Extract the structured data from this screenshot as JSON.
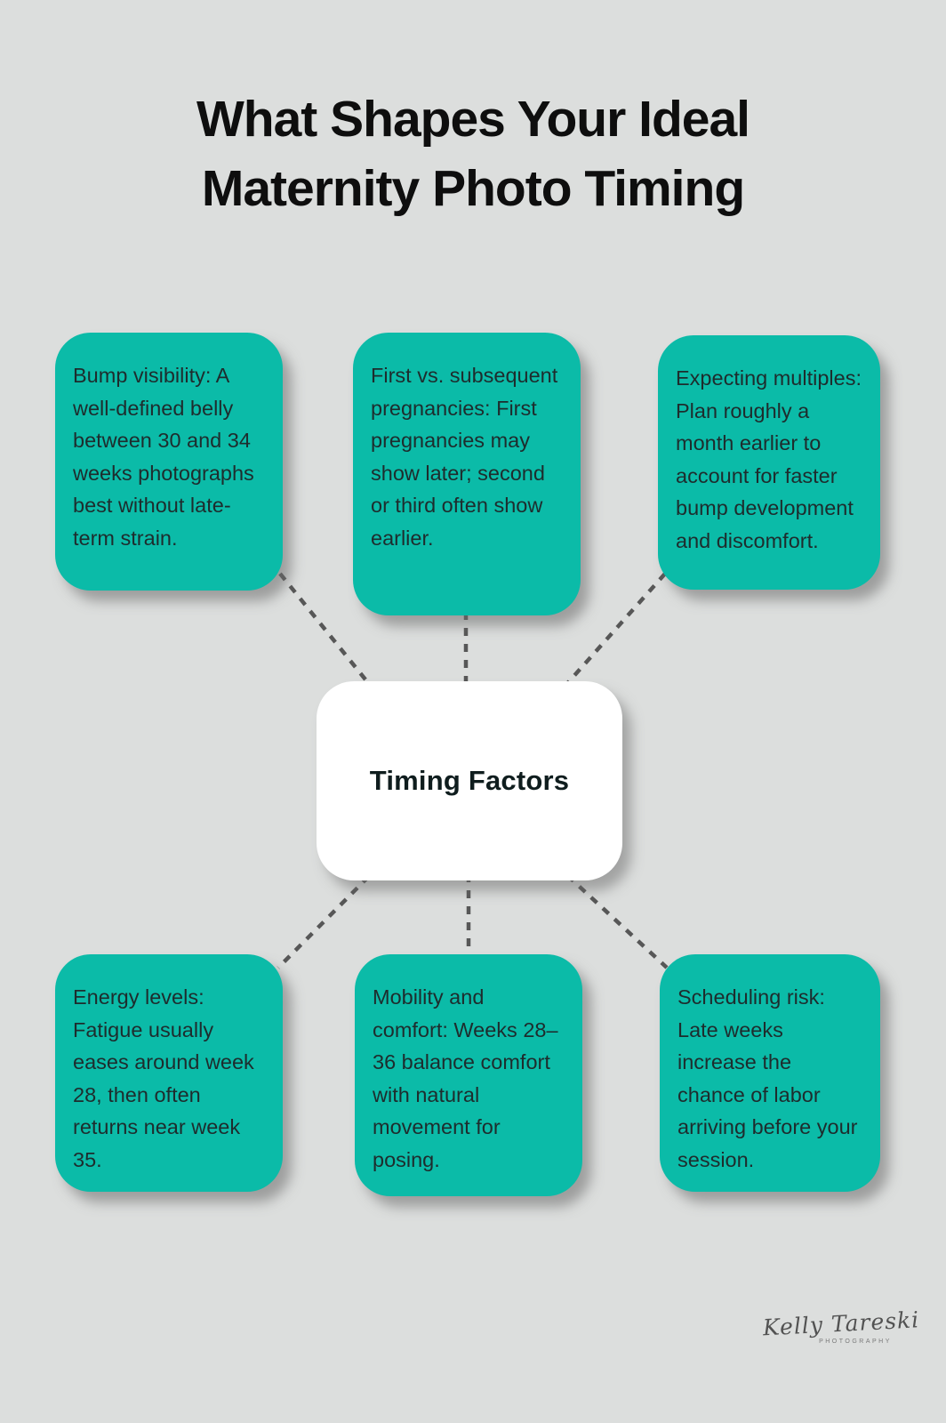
{
  "title": "What Shapes Your Ideal Maternity Photo Timing",
  "center_label": "Timing Factors",
  "factors": [
    {
      "id": "bump-visibility",
      "text": "Bump visibility: A well-defined belly between 30 and 34 weeks photographs best without late-term strain."
    },
    {
      "id": "first-vs-subsequent",
      "text": "First vs. subsequent pregnancies: First pregnancies may show later; second or third often show earlier."
    },
    {
      "id": "expecting-multiples",
      "text": "Expecting multiples: Plan roughly a month earlier to account for faster bump development and discomfort."
    },
    {
      "id": "energy-levels",
      "text": "Energy levels: Fatigue usually eases around week 28, then often returns near week 35."
    },
    {
      "id": "mobility-and-comfort",
      "text": "Mobility and comfort: Weeks 28–36 balance comfort with natural movement for posing."
    },
    {
      "id": "scheduling-risk",
      "text": "Scheduling risk: Late weeks increase the chance of labor arriving before your session."
    }
  ],
  "signature": {
    "name": "Kelly Tareski",
    "subtitle": "PHOTOGRAPHY"
  },
  "colors": {
    "background": "#dcdedd",
    "node": "#0bbba8",
    "center_node": "#ffffff",
    "node_text": "#1e2c2d",
    "title_text": "#0e0e0e",
    "connector": "#575757"
  }
}
